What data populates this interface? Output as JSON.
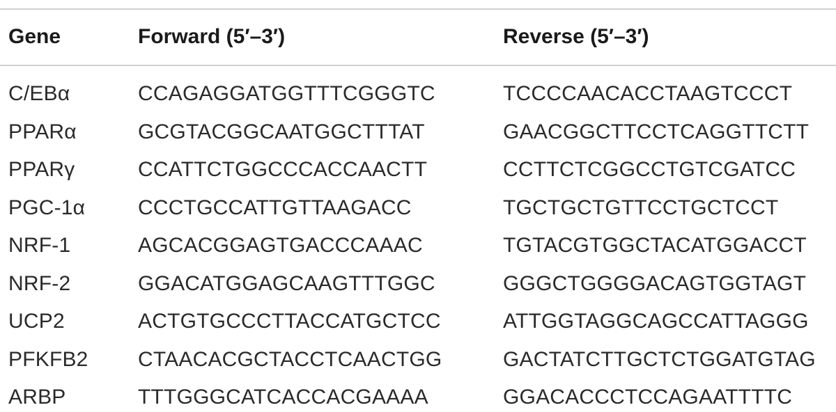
{
  "table": {
    "headers": [
      "Gene",
      "Forward (5′–3′)",
      "Reverse (5′–3′)"
    ],
    "rows": [
      {
        "gene": "C/EBα",
        "forward": "CCAGAGGATGGTTTCGGGTC",
        "reverse": "TCCCCAACACCTAAGTCCCT"
      },
      {
        "gene": "PPARα",
        "forward": "GCGTACGGCAATGGCTTTAT",
        "reverse": "GAACGGCTTCCTCAGGTTCTT"
      },
      {
        "gene": "PPARγ",
        "forward": "CCATTCTGGCCCACCAACTT",
        "reverse": "CCTTCTCGGCCTGTCGATCC"
      },
      {
        "gene": "PGC-1α",
        "forward": "CCCTGCCATTGTTAAGACC",
        "reverse": "TGCTGCTGTTCCTGCTCCT"
      },
      {
        "gene": "NRF-1",
        "forward": "AGCACGGAGTGACCCAAAC",
        "reverse": "TGTACGTGGCTACATGGACCT"
      },
      {
        "gene": "NRF-2",
        "forward": "GGACATGGAGCAAGTTTGGC",
        "reverse": "GGGCTGGGGACAGTGGTAGT"
      },
      {
        "gene": "UCP2",
        "forward": "ACTGTGCCCTTACCATGCTCC",
        "reverse": "ATTGGTAGGCAGCCATTAGGG"
      },
      {
        "gene": "PFKFB2",
        "forward": "CTAACACGCTACCTCAACTGG",
        "reverse": "GACTATCTTGCTCTGGATGTAG"
      },
      {
        "gene": "ARBP",
        "forward": "TTTGGGCATCACCACGAAAA",
        "reverse": "GGACACCCTCCAGAATTTTC"
      }
    ]
  }
}
